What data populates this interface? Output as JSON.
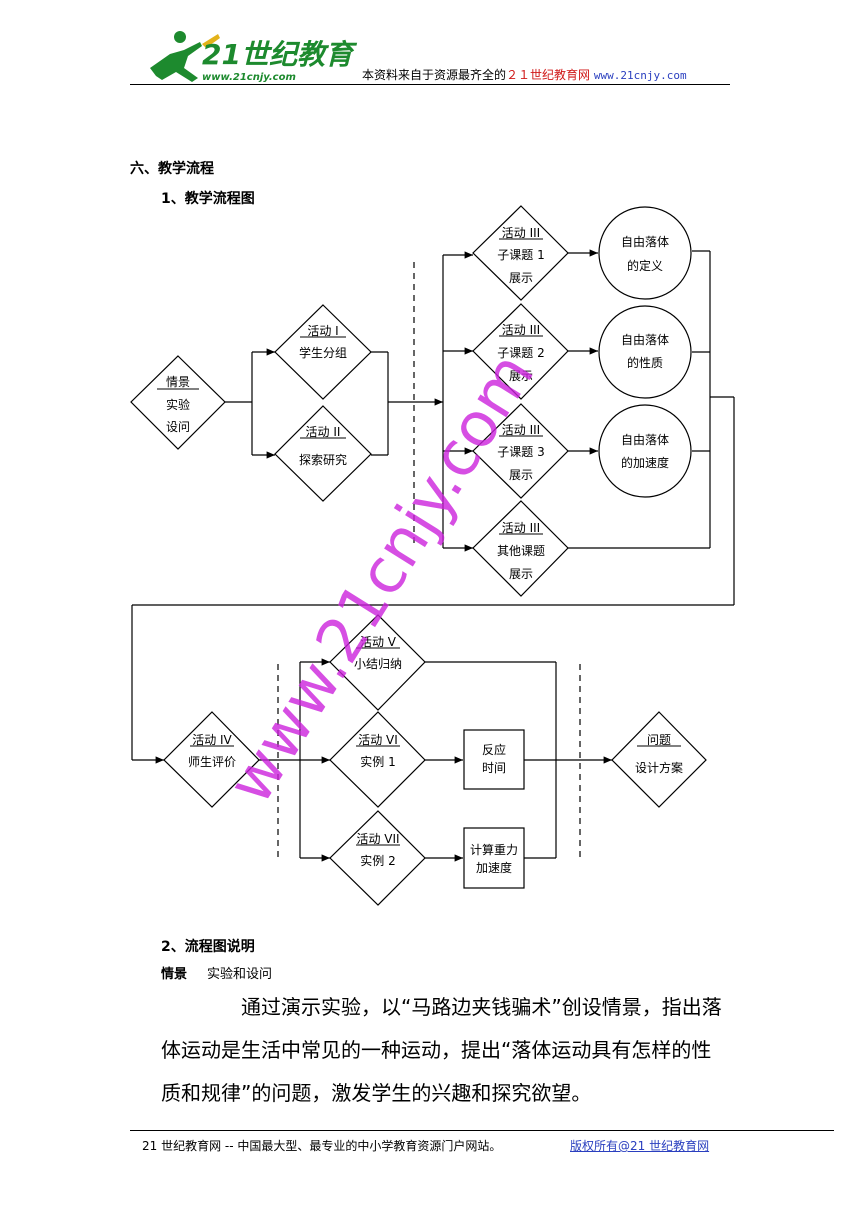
{
  "header": {
    "logo_text": "21世纪教育",
    "logo_url_text": "www.21cnjy.com",
    "tagline_prefix": "本资料来自于资源最齐全的",
    "tagline_site": "２１世纪教育网",
    "tagline_url": "www.21cnjy.com"
  },
  "section_title": "六、教学流程",
  "flow_title": "1、教学流程图",
  "flowchart": {
    "start": {
      "top": "情景",
      "line2": "实验",
      "line3": "设问"
    },
    "activity1": {
      "top": "活动 I",
      "body": "学生分组"
    },
    "activity2": {
      "top": "活动 II",
      "body": "探索研究"
    },
    "activity3a": {
      "top": "活动 III",
      "line2": "子课题 1",
      "line3": "展示"
    },
    "activity3b": {
      "top": "活动 III",
      "line2": "子课题 2",
      "line3": "展示"
    },
    "activity3c": {
      "top": "活动 III",
      "line2": "子课题 3",
      "line3": "展示"
    },
    "activity3d": {
      "top": "活动 III",
      "line2": "其他课题",
      "line3": "展示"
    },
    "circle1": {
      "line1": "自由落体",
      "line2": "的定义"
    },
    "circle2": {
      "line1": "自由落体",
      "line2": "的性质"
    },
    "circle3": {
      "line1": "自由落体",
      "line2": "的加速度"
    },
    "activity4": {
      "top": "活动 IV",
      "body": "师生评价"
    },
    "activity5": {
      "top": "活动 V",
      "body": "小结归纳"
    },
    "activity6": {
      "top": "活动 VI",
      "body": "实例 1"
    },
    "activity7": {
      "top": "活动 VII",
      "body": "实例 2"
    },
    "box1": {
      "line1": "反应",
      "line2": "时间"
    },
    "box2": {
      "line1": "计算重力",
      "line2": "加速度"
    },
    "end": {
      "top": "问题",
      "body": "设计方案"
    }
  },
  "watermark": "www.21cnjy.com",
  "explain_title": "2、流程图说明",
  "scene_label": "情景",
  "scene_sub": "实验和设问",
  "paragraph": "通过演示实验，以“马路边夹钱骗术”创设情景，指出落体运动是生活中常见的一种运动，提出“落体运动具有怎样的性质和规律”的问题，激发学生的兴趣和探究欲望。",
  "footer": {
    "text": "21 世纪教育网 -- 中国最大型、最专业的中小学教育资源门户网站。",
    "copyright": "版权所有@21 世纪教育网"
  },
  "colors": {
    "watermark": "#cc22dd",
    "site_red": "#d01818",
    "link_blue": "#2a3fbf",
    "logo_green": "#1d8a2e"
  }
}
